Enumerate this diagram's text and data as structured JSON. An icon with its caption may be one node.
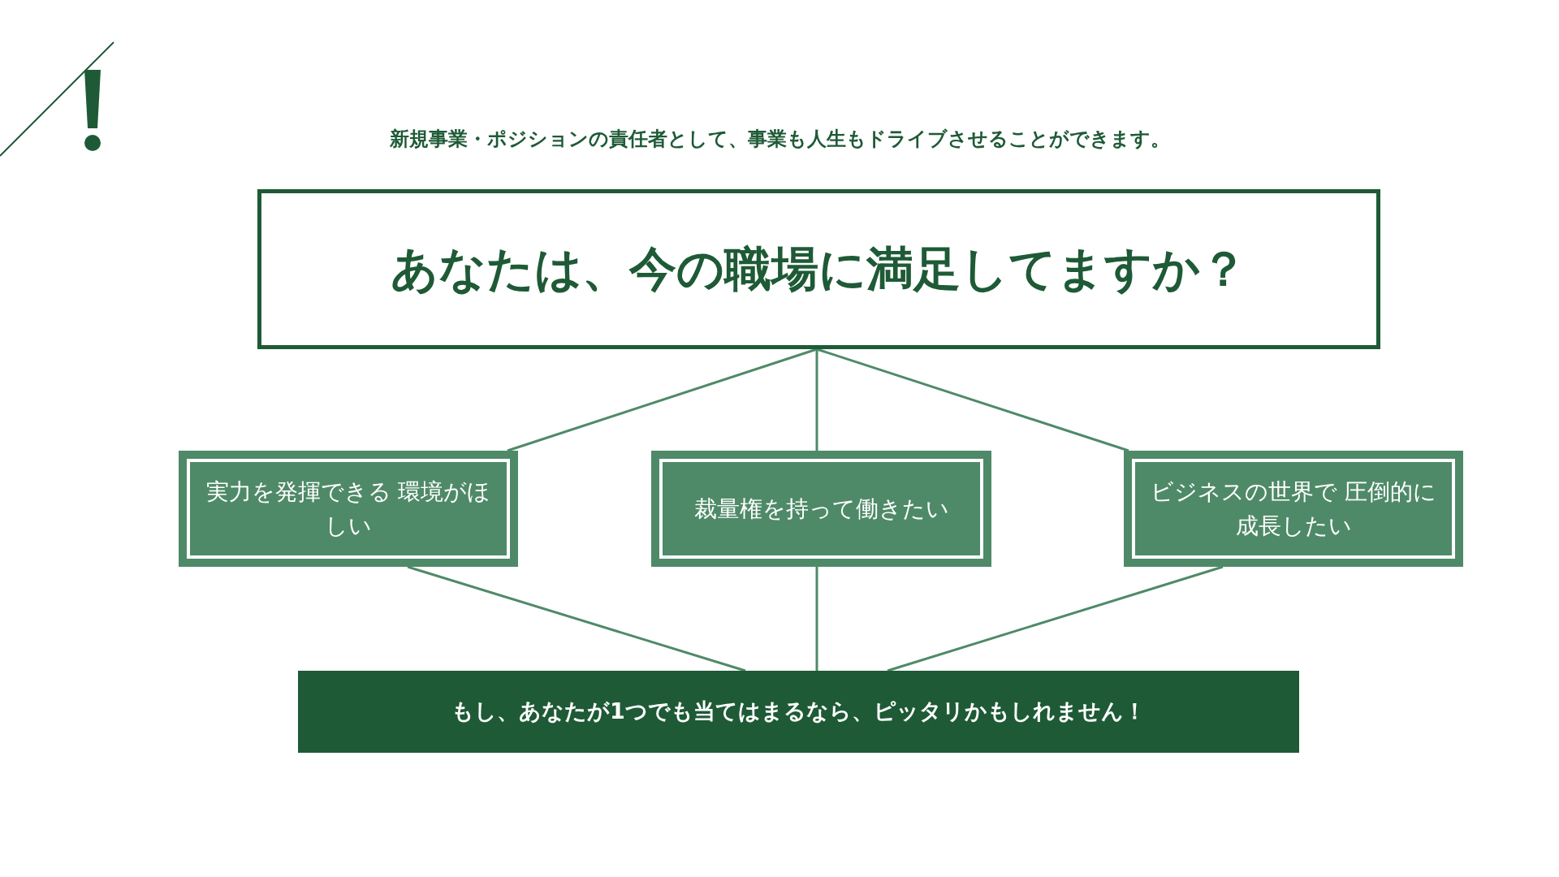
{
  "diagram": {
    "nodes": [
      {
        "text": [
          "あなたは、今の職場に満足してますか？"
        ]
      },
      {
        "text": [
          "実力を発揮できる 環境がほしい"
        ]
      },
      {
        "text": [
          "裁量権を持って働きたい"
        ]
      },
      {
        "text": [
          "ビジネスの世界で 圧倒的に成長したい"
        ]
      },
      {
        "text": [
          "もし、あなたが1つでも当てはまるなら、ピッタリかもしれません！"
        ]
      }
    ],
    "edges": [
      {
        "from": 0,
        "to": 1,
        "arrow": "none"
      },
      {
        "from": 0,
        "to": 2,
        "arrow": "none"
      },
      {
        "from": 0,
        "to": 3,
        "arrow": "none"
      },
      {
        "from": 1,
        "to": 4,
        "arrow": "none"
      },
      {
        "from": 2,
        "to": 4,
        "arrow": "none"
      },
      {
        "from": 3,
        "to": 4,
        "arrow": "none"
      }
    ],
    "labels": [
      "新規事業・ポジションの責任者として、事業も人生もドライブさせることができます。"
    ]
  }
}
